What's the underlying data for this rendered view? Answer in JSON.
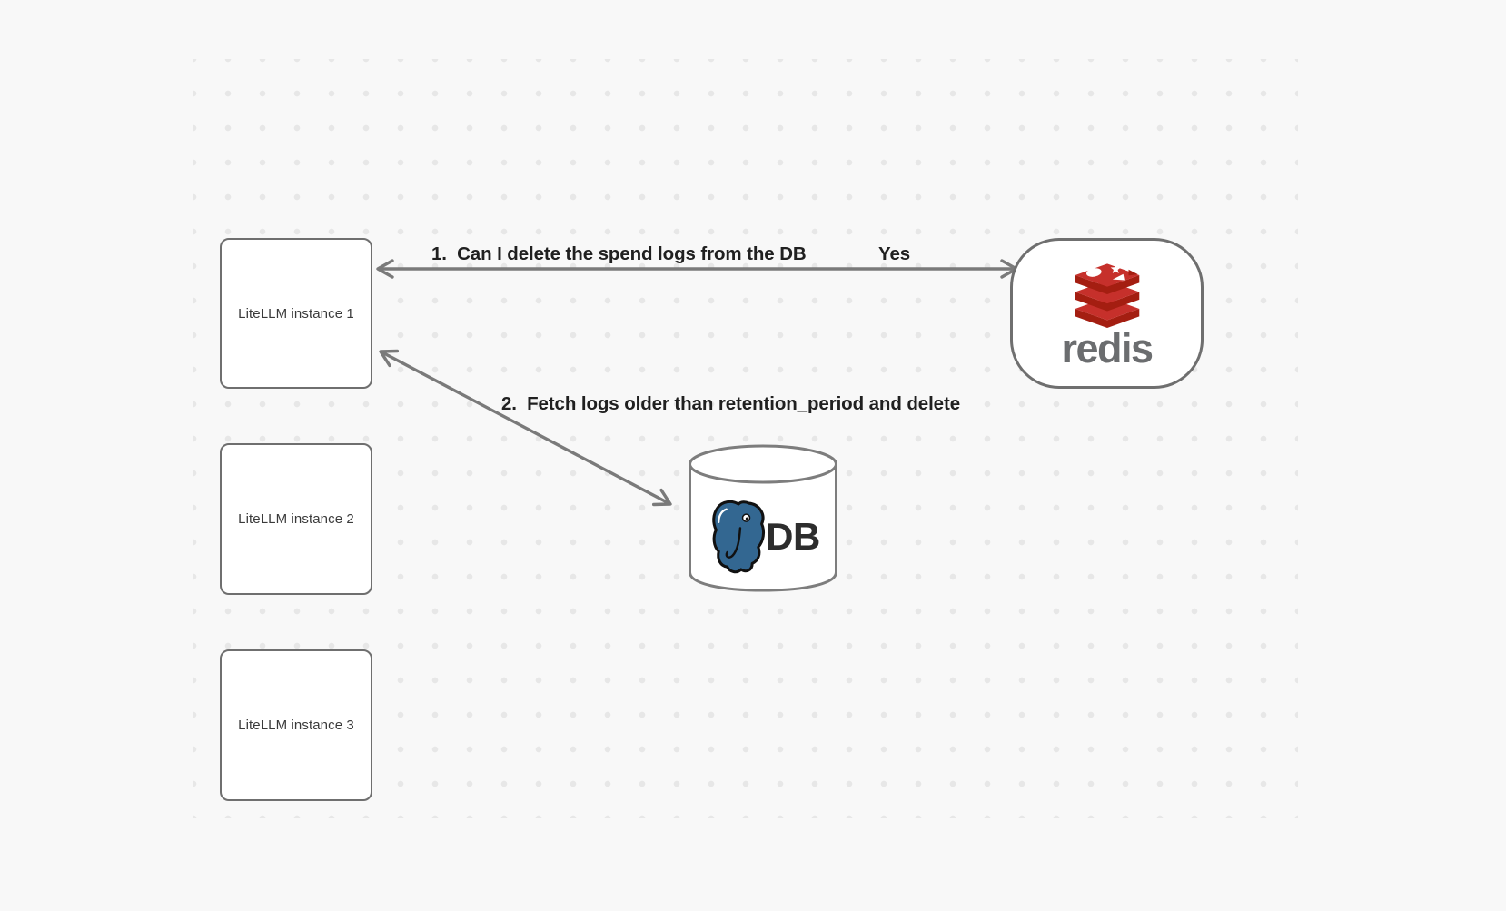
{
  "diagram": {
    "background": "#f8f8f8",
    "dot_color": "#e7e7e7",
    "shape_stroke": "#6f6f6f"
  },
  "nodes": {
    "instance1": {
      "label": "LiteLLM instance 1"
    },
    "instance2": {
      "label": "LiteLLM instance 2"
    },
    "instance3": {
      "label": "LiteLLM instance 3"
    },
    "redis": {
      "wordmark": "redis",
      "wordmark_color": "#6b6d6f",
      "red": "#c6302b",
      "red_dark": "#a41e11"
    },
    "db": {
      "label": "DB",
      "label_color": "#2d2d2d",
      "postgres_blue": "#336791"
    }
  },
  "edges": {
    "arrow_color": "#7a7a7a",
    "edge1": {
      "label": "1.  Can I delete the spend logs from the DB",
      "reply": "Yes"
    },
    "edge2": {
      "label": "2.  Fetch logs older than retention_period and delete"
    }
  }
}
